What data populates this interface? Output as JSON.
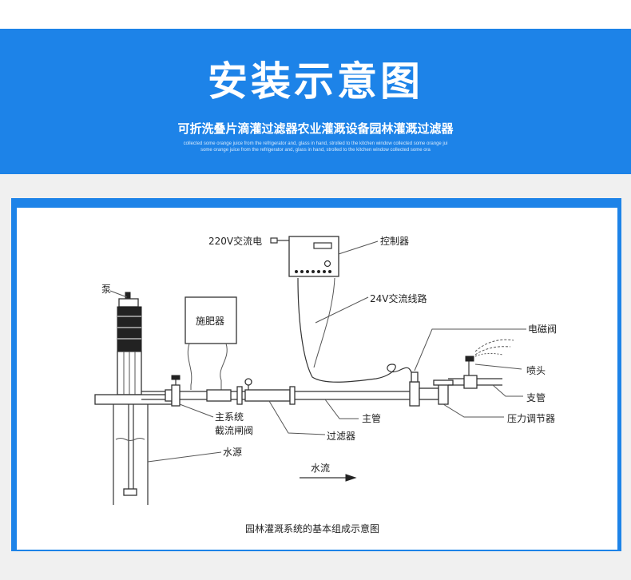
{
  "banner": {
    "title": "安装示意图",
    "subtitle": "可折洗叠片滴灌过滤器农业灌溉设备园林灌溉过滤器",
    "small_line_1": "collected some orange juice from the refrigerator and, glass in hand, strolled to the kitchen window  collected some orange jui",
    "small_line_2": "some orange juice from the refrigerator and, glass in hand, strolled to the kitchen window collected some ora",
    "background_color": "#1d83e8"
  },
  "diagram": {
    "caption": "园林灌溉系统的基本组成示意图",
    "labels": {
      "power": "220V交流电",
      "controller": "控制器",
      "wiring": "24V交流线路",
      "pump": "泵",
      "fertilizer": "施肥器",
      "solenoid_valve": "电磁阀",
      "sprinkler": "喷头",
      "main_pipe": "主管",
      "main_system_line1": "主系统",
      "main_system_line2": "截流闸阀",
      "branch_pipe": "支管",
      "pressure_regulator": "压力调节器",
      "filter": "过滤器",
      "water_source": "水源",
      "water_flow": "水流"
    },
    "frame_color": "#1d83e8"
  }
}
